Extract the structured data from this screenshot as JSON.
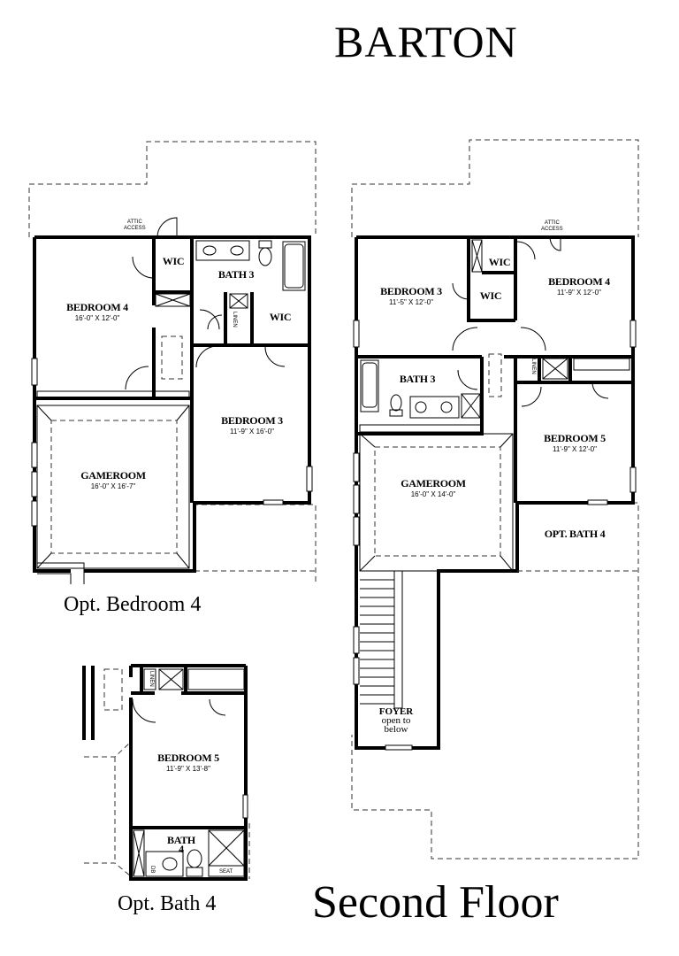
{
  "header": {
    "title": "BARTON"
  },
  "footer": {
    "subtitle": "Second Floor"
  },
  "plans": {
    "opt_bedroom4": {
      "caption": "Opt. Bedroom 4",
      "attic": [
        "ATTIC",
        "ACCESS"
      ],
      "rooms": [
        {
          "name": "BEDROOM 4",
          "dim": "16'-0\" X 12'-0\""
        },
        {
          "name": "WIC",
          "dim": ""
        },
        {
          "name": "BATH 3",
          "dim": ""
        },
        {
          "name": "WIC",
          "dim": ""
        },
        {
          "name": "BEDROOM 3",
          "dim": "11'-9\" X 16'-0\""
        },
        {
          "name": "GAMEROOM",
          "dim": "16'-0\" X 16'-7\""
        }
      ],
      "linen": "LINEN"
    },
    "main": {
      "attic": [
        "ATTIC",
        "ACCESS"
      ],
      "rooms": [
        {
          "name": "BEDROOM 3",
          "dim": "11'-5\" X 12'-0\""
        },
        {
          "name": "WIC",
          "dim": ""
        },
        {
          "name": "WIC",
          "dim": ""
        },
        {
          "name": "BEDROOM 4",
          "dim": "11'-9\" X 12'-0\""
        },
        {
          "name": "BATH 3",
          "dim": ""
        },
        {
          "name": "BEDROOM 5",
          "dim": "11'-9\" X 12'-0\""
        },
        {
          "name": "GAMEROOM",
          "dim": "16'-0\" X 14'-0\""
        },
        {
          "name": "OPT. BATH 4",
          "dim": ""
        }
      ],
      "linen": "LINEN",
      "foyer": [
        "FOYER",
        "open to",
        "below"
      ]
    },
    "opt_bath4": {
      "caption": "Opt. Bath 4",
      "rooms": [
        {
          "name": "BEDROOM 5",
          "dim": "11'-9\" X 13'-8\""
        },
        {
          "name": "BATH",
          "dim": "4"
        }
      ],
      "linen": "LINEN",
      "db": "DB",
      "seat": "SEAT"
    }
  }
}
